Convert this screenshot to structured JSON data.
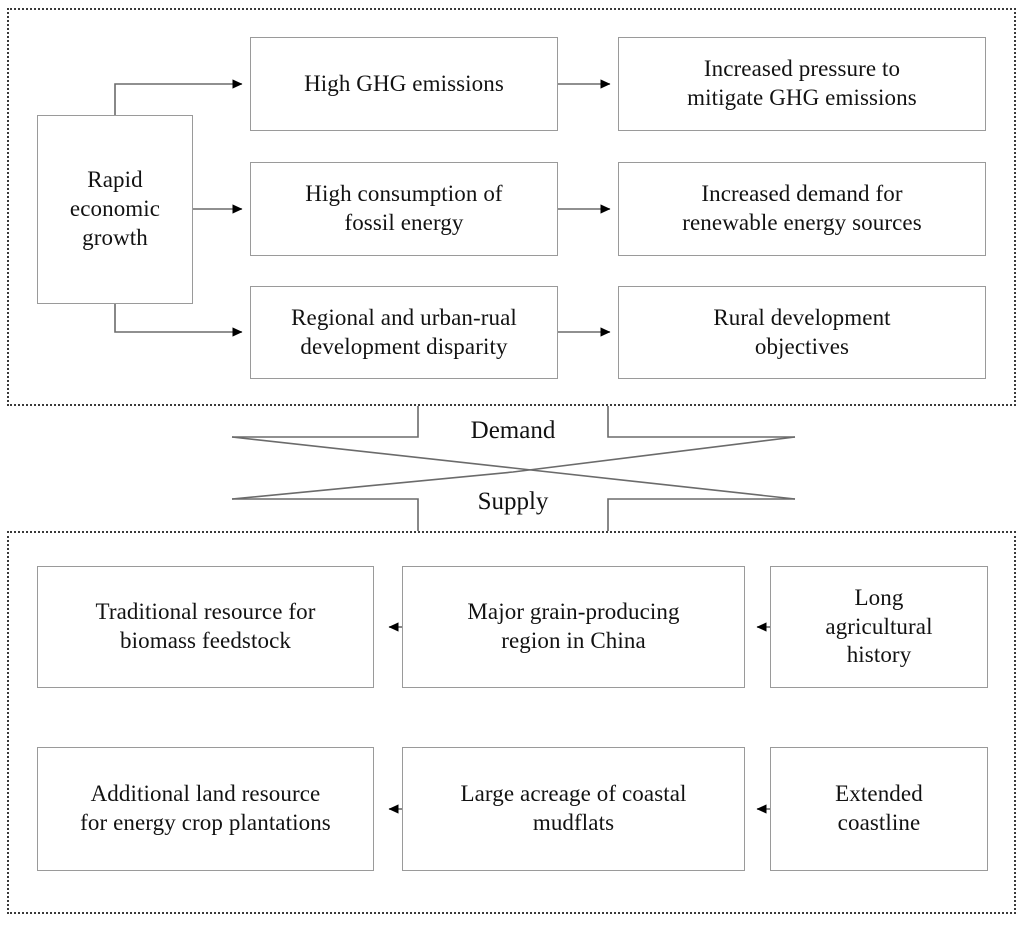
{
  "diagram": {
    "title": "Demand and supply drivers diagram",
    "panels": [
      {
        "name": "demand-panel"
      },
      {
        "name": "supply-panel"
      }
    ]
  },
  "demand_section": {
    "driver": {
      "label": "Rapid\neconomic\ngrowth"
    },
    "middle_nodes": [
      {
        "label": "High GHG emissions"
      },
      {
        "label": "High consumption of\nfossil energy"
      },
      {
        "label": "Regional and urban-rual\ndevelopment disparity"
      }
    ],
    "outcome_nodes": [
      {
        "label": "Increased pressure to\nmitigate GHG emissions"
      },
      {
        "label": "Increased demand for\nrenewable energy sources"
      },
      {
        "label": "Rural development\nobjectives"
      }
    ]
  },
  "connector": {
    "demand_label": "Demand",
    "supply_label": "Supply"
  },
  "supply_section": {
    "rows": [
      {
        "source": {
          "label": "Long\nagricultural\nhistory"
        },
        "middle": {
          "label": "Major grain-producing\nregion in China"
        },
        "result": {
          "label": "Traditional resource for\nbiomass feedstock"
        }
      },
      {
        "source": {
          "label": "Extended\ncoastline"
        },
        "middle": {
          "label": "Large acreage of coastal\nmudflats"
        },
        "result": {
          "label": "Additional land resource\nfor energy crop plantations"
        }
      }
    ]
  },
  "colors": {
    "node_border": "#9a9a9a",
    "panel_border": "#3a3a3a",
    "line": "#6b6b6b",
    "arrowhead": "#000000",
    "text": "#121212",
    "background": "#ffffff"
  }
}
